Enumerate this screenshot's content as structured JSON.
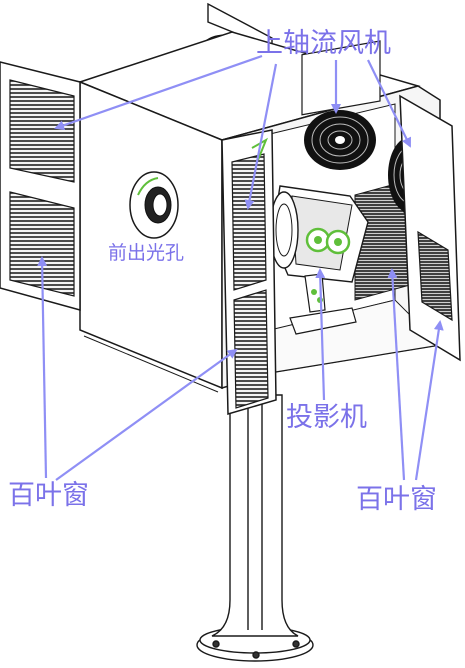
{
  "labels": {
    "axial_fan": "上轴流风机",
    "front_aperture": "前出光孔",
    "projector": "投影机",
    "louver_left": "百叶窗",
    "louver_right": "百叶窗"
  },
  "colors": {
    "label": "#7b72e9",
    "arrow": "#8f8ff5",
    "outline": "#1a1a1a",
    "accent_green": "#5fbf3a"
  }
}
